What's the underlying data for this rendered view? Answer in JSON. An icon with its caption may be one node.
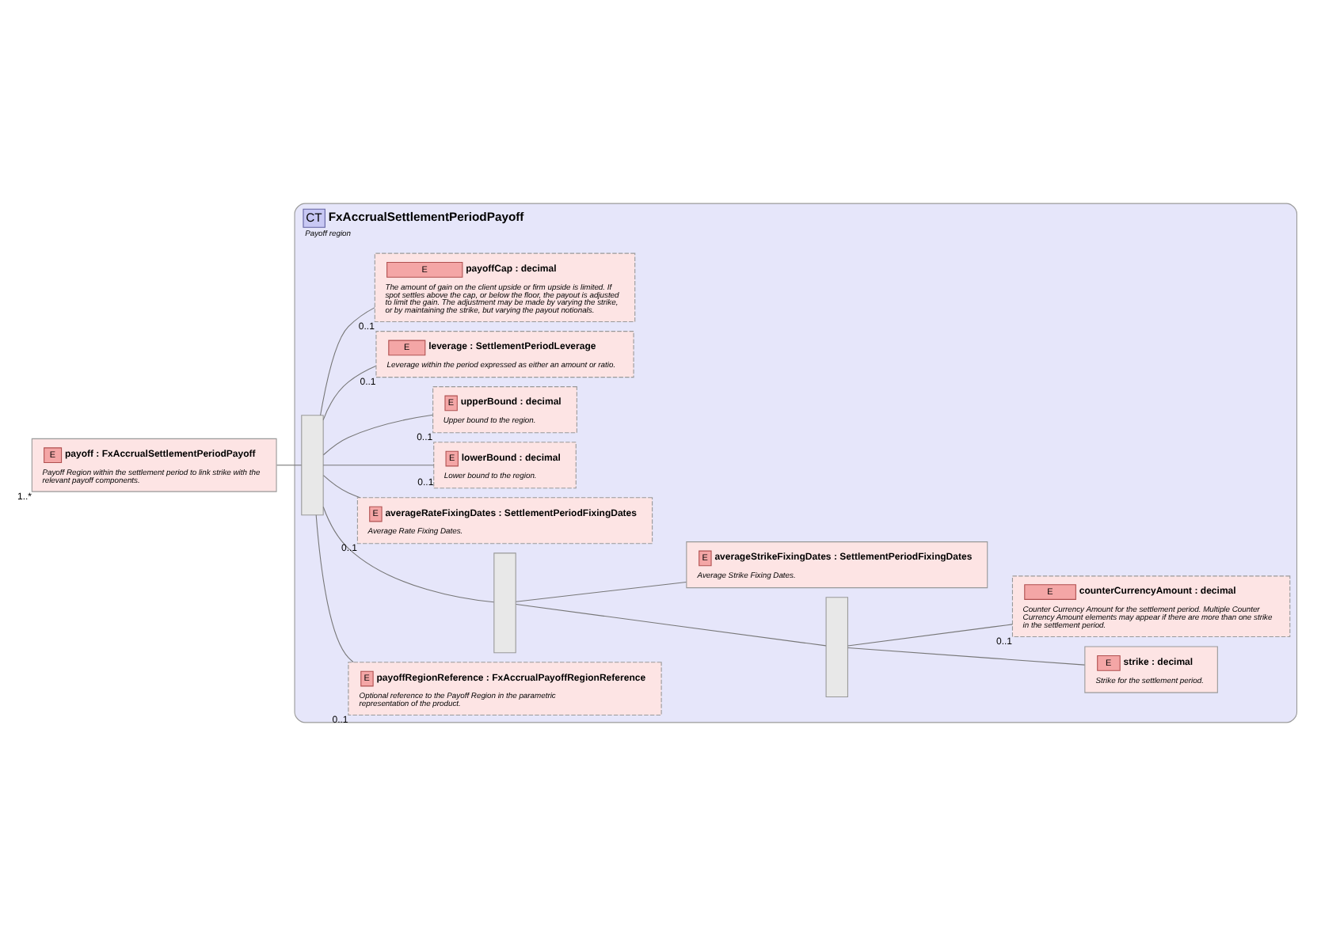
{
  "diagram": {
    "nodes": [
      {
        "text": [
          "E",
          "payoff : FxAccrualSettlementPeriodPayoff",
          "Payoff Region within the settlement period to link strike with the relevant payoff components."
        ],
        "beside": [
          "1..*"
        ]
      },
      {
        "text": [
          "CT",
          "FxAccrualSettlementPeriodPayoff",
          "Payoff region"
        ]
      },
      {
        "text": [],
        "shape": "box",
        "in": 1
      },
      {
        "text": [],
        "shape": "box",
        "in": 1
      },
      {
        "text": [],
        "shape": "box",
        "in": 1
      },
      {
        "text": [
          "E",
          "payoffRegionReference : FxAccrualPayoffRegionReference",
          "Optional reference to the Payoff Region in the parametric representation of the product."
        ],
        "beside": [
          "0..1"
        ],
        "in": 1
      },
      {
        "text": [
          "E",
          "strike : decimal",
          "Strike for the settlement period."
        ],
        "in": 1
      },
      {
        "text": [
          "E",
          "counterCurrencyAmount : decimal",
          "Counter Currency Amount for the settlement period. Multiple Counter Currency Amount elements may appear if there are more than one strike in the settlement period."
        ],
        "beside": [
          "0..1"
        ],
        "in": 1
      },
      {
        "text": [
          "E",
          "averageStrikeFixingDates : SettlementPeriodFixingDates",
          "Average Strike Fixing Dates."
        ],
        "in": 1
      },
      {
        "text": [
          "E",
          "averageRateFixingDates : SettlementPeriodFixingDates",
          "Average Rate Fixing Dates."
        ],
        "beside": [
          "0..1"
        ],
        "in": 1
      },
      {
        "text": [
          "E",
          "lowerBound : decimal",
          "Lower bound to the region."
        ],
        "beside": [
          "0..1"
        ],
        "in": 1
      },
      {
        "text": [
          "E",
          "upperBound : decimal",
          "Upper bound to the region."
        ],
        "beside": [
          "0..1"
        ],
        "in": 1
      },
      {
        "text": [
          "E",
          "leverage : SettlementPeriodLeverage",
          "Leverage within the period expressed as either an amount or ratio."
        ],
        "beside": [
          "0..1"
        ],
        "in": 1
      },
      {
        "text": [
          "E",
          "payoffCap : decimal",
          "The amount of gain on the client upside or firm upside is limited. If spot settles above the cap, or below the floor, the payout is adjusted to limit the gain. The adjustment may be made by varying the strike, or by maintaining the strike, but varying the payout notionals."
        ],
        "beside": [
          "0..1"
        ],
        "in": 1
      }
    ],
    "edges": [
      {
        "from": 0,
        "to": 2,
        "arrow": "none"
      },
      {
        "from": 2,
        "to": 5,
        "arrow": "none"
      },
      {
        "from": 2,
        "to": 3,
        "arrow": "none"
      },
      {
        "from": 3,
        "to": 4,
        "arrow": "none"
      },
      {
        "from": 4,
        "to": 6,
        "arrow": "none"
      },
      {
        "from": 4,
        "to": 7,
        "arrow": "none"
      },
      {
        "from": 3,
        "to": 8,
        "arrow": "none"
      },
      {
        "from": 2,
        "to": 9,
        "arrow": "none"
      },
      {
        "from": 2,
        "to": 10,
        "arrow": "none"
      },
      {
        "from": 2,
        "to": 11,
        "arrow": "none"
      },
      {
        "from": 2,
        "to": 12,
        "arrow": "none"
      },
      {
        "from": 2,
        "to": 13,
        "arrow": "none"
      }
    ]
  }
}
